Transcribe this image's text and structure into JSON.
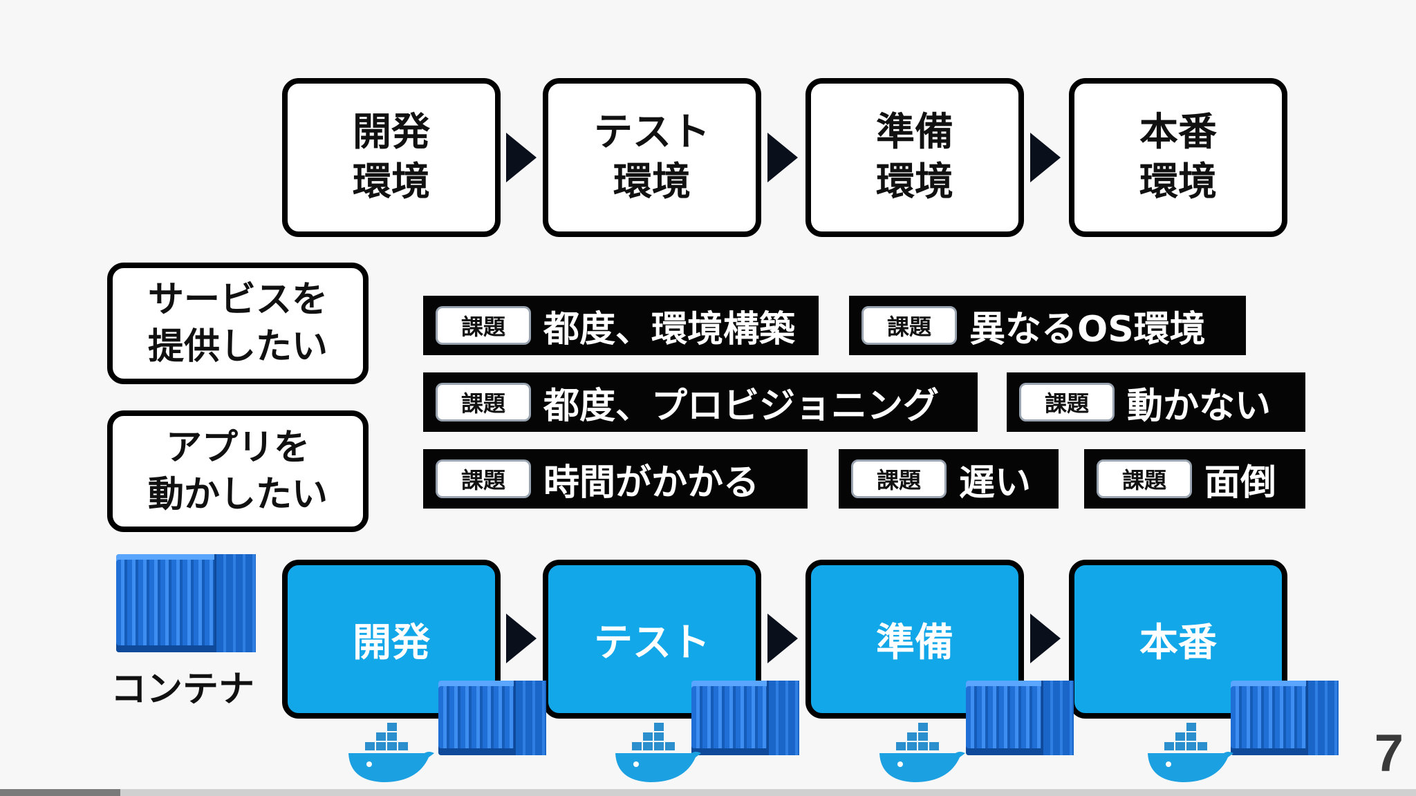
{
  "pipeline_top": [
    {
      "line1": "開発",
      "line2": "環境"
    },
    {
      "line1": "テスト",
      "line2": "環境"
    },
    {
      "line1": "準備",
      "line2": "環境"
    },
    {
      "line1": "本番",
      "line2": "環境"
    }
  ],
  "side_boxes": [
    {
      "line1": "サービスを",
      "line2": "提供したい"
    },
    {
      "line1": "アプリを",
      "line2": "動かしたい"
    }
  ],
  "issues": {
    "tag": "課題",
    "row1": [
      "都度、環境構築",
      "異なるOS環境"
    ],
    "row2": [
      "都度、プロビジョニング",
      "動かない"
    ],
    "row3": [
      "時間がかかる",
      "遅い",
      "面倒"
    ]
  },
  "pipeline_bottom": [
    "開発",
    "テスト",
    "準備",
    "本番"
  ],
  "container_label": "コンテナ",
  "page_number": "7",
  "progress": 0.085,
  "colors": {
    "accent_blue": "#12a7e9",
    "issue_bg": "#050505"
  },
  "icons": {
    "container": "shipping-container-icon",
    "docker": "docker-whale-icon"
  }
}
